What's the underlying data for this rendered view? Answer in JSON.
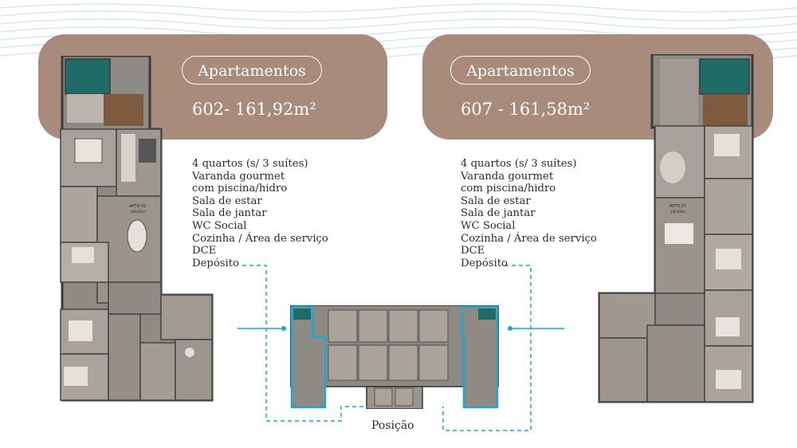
{
  "left": {
    "label": "Apartamentos",
    "area": "602- 161,92m²",
    "features": [
      "4 quartos (s/ 3 suítes)",
      "Varanda gourmet",
      "com piscina/hidro",
      "Sala de estar",
      "Sala de jantar",
      "WC Social",
      "Cozinha / Área de serviço",
      "DCE",
      "Depósito"
    ],
    "plan_tag": "APTO 02",
    "plan_tag_sub": "149,65m²"
  },
  "right": {
    "label": "Apartamentos",
    "area": "607 - 161,58m²",
    "features": [
      "4 quartos (s/ 3 suítes)",
      "Varanda gourmet",
      "com piscina/hidro",
      "Sala de estar",
      "Sala de jantar",
      "WC Social",
      "Cozinha / Área de serviço",
      "DCE",
      "Depósito"
    ],
    "plan_tag": "APTO 07",
    "plan_tag_sub": "149,65m²"
  },
  "position_label": "Posição",
  "colors": {
    "card": "#a88b7a",
    "accent": "#1aa9d8",
    "wave": "#cfe3ea",
    "text": "#2c2c2c"
  }
}
